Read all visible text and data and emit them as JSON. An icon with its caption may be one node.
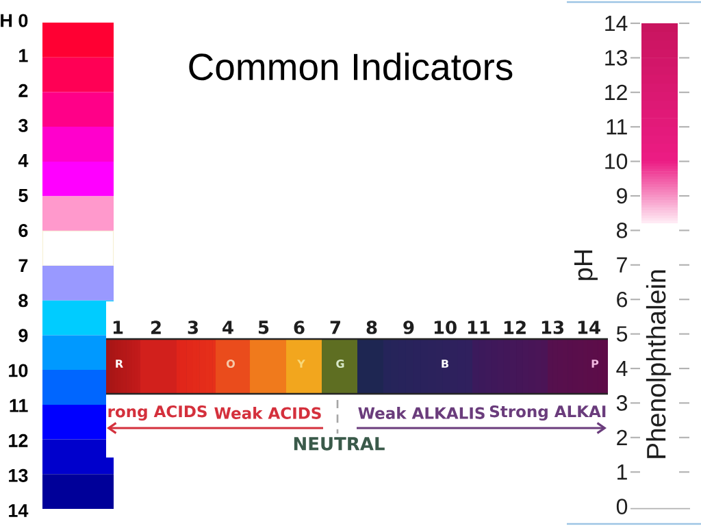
{
  "diagram": {
    "title": "Common Indicators",
    "labels": [
      "H 0",
      "1",
      "2",
      "3",
      "4",
      "5",
      "6",
      "7",
      "8",
      "9",
      "10",
      "11",
      "12",
      "13",
      "14",
      "1",
      "2",
      "3",
      "4",
      "5",
      "6",
      "7",
      "8",
      "9",
      "10",
      "11",
      "12",
      "13",
      "14",
      "R",
      "O",
      "Y",
      "G",
      "B",
      "P",
      "rong ACIDS",
      "Weak ACIDS",
      "Weak ALKALIS",
      "Strong ALKAI",
      "NEUTRAL",
      "14",
      "13",
      "12",
      "11",
      "10",
      "9",
      "8",
      "7",
      "6",
      "5",
      "4",
      "3",
      "2",
      "1",
      "0",
      "pH",
      "Phenolphthalein"
    ]
  }
}
